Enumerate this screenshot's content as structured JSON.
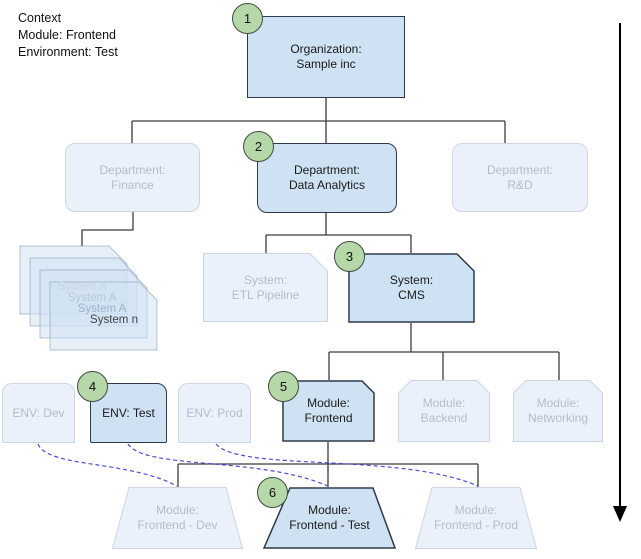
{
  "context": {
    "title": "Context",
    "module": "Module: Frontend",
    "environment": "Environment: Test"
  },
  "nodes": {
    "organization": {
      "line1": "Organization:",
      "line2": "Sample inc",
      "step": "1"
    },
    "dept_finance": {
      "line1": "Department:",
      "line2": "Finance"
    },
    "dept_data_analytics": {
      "line1": "Department:",
      "line2": "Data Analytics",
      "step": "2"
    },
    "dept_rd": {
      "line1": "Department:",
      "line2": "R&D"
    },
    "system_stack": {
      "labels": [
        "System A",
        "System A",
        "System A",
        "System n"
      ]
    },
    "system_etl": {
      "line1": "System:",
      "line2": "ETL Pipeline"
    },
    "system_cms": {
      "line1": "System:",
      "line2": "CMS",
      "step": "3"
    },
    "env_dev": {
      "label": "ENV: Dev"
    },
    "env_test": {
      "label": "ENV: Test",
      "step": "4"
    },
    "env_prod": {
      "label": "ENV: Prod"
    },
    "module_frontend": {
      "line1": "Module:",
      "line2": "Frontend",
      "step": "5"
    },
    "module_backend": {
      "line1": "Module:",
      "line2": "Backend"
    },
    "module_networking": {
      "line1": "Module:",
      "line2": "Networking"
    },
    "module_frontend_dev": {
      "line1": "Module:",
      "line2": "Frontend - Dev"
    },
    "module_frontend_test": {
      "line1": "Module:",
      "line2": "Frontend - Test",
      "step": "6"
    },
    "module_frontend_prod": {
      "line1": "Module:",
      "line2": "Frontend - Prod"
    }
  },
  "colors": {
    "highlight_fill": "#cfe2f3",
    "highlight_border": "#2e3a4a",
    "faded_fill": "#e9f0f9",
    "faded_border": "#ccd6e2",
    "faded_text": "#b3bdca",
    "step_badge_fill": "#b6d7a8",
    "dashed_link": "#4b4bd6",
    "connector": "#3c3c3c"
  }
}
